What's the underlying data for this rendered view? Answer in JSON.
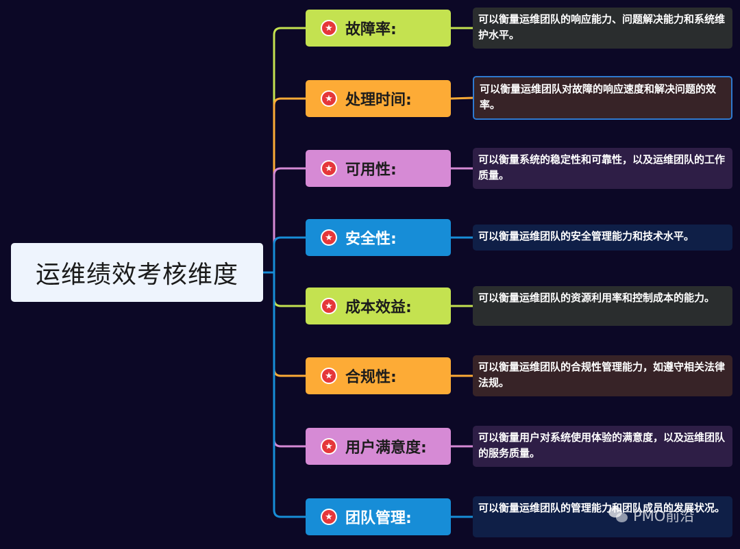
{
  "root": {
    "label": "运维绩效考核维度"
  },
  "items": [
    {
      "label": "故障率:",
      "desc": "可以衡量运维团队的响应能力、问题解决能力和系统维护水平。",
      "color": "#c4e250",
      "text_color": "#1c1c1c",
      "desc_bg": "#2a2d2e"
    },
    {
      "label": "处理时间:",
      "desc": "可以衡量运维团队对故障的响应速度和解决问题的效率。",
      "color": "#fdab36",
      "text_color": "#1c1c1c",
      "desc_bg": "#372327",
      "selected": true
    },
    {
      "label": "可用性:",
      "desc": "可以衡量系统的稳定性和可靠性，以及运维团队的工作质量。",
      "color": "#d68ad5",
      "text_color": "#1c1c1c",
      "desc_bg": "#2e1e46"
    },
    {
      "label": "安全性:",
      "desc": "可以衡量运维团队的安全管理能力和技术水平。",
      "color": "#178dd7",
      "text_color": "#ffffff",
      "desc_bg": "#0f1f47"
    },
    {
      "label": "成本效益:",
      "desc": "可以衡量运维团队的资源利用率和控制成本的能力。",
      "color": "#c4e250",
      "text_color": "#1c1c1c",
      "desc_bg": "#2a2d2e"
    },
    {
      "label": "合规性:",
      "desc": "可以衡量运维团队的合规性管理能力，如遵守相关法律法规。",
      "color": "#fdab36",
      "text_color": "#1c1c1c",
      "desc_bg": "#372327"
    },
    {
      "label": "用户满意度:",
      "desc": "可以衡量用户对系统使用体验的满意度，以及运维团队的服务质量。",
      "color": "#d68ad5",
      "text_color": "#1c1c1c",
      "desc_bg": "#2e1e46"
    },
    {
      "label": "团队管理:",
      "desc": "可以衡量运维团队的管理能力和团队成员的发展状况。",
      "color": "#178dd7",
      "text_color": "#ffffff",
      "desc_bg": "#0f1f47"
    }
  ],
  "star_icon": "star-icon",
  "watermark": {
    "icon": "wechat-icon",
    "text": "PMO前沿"
  }
}
